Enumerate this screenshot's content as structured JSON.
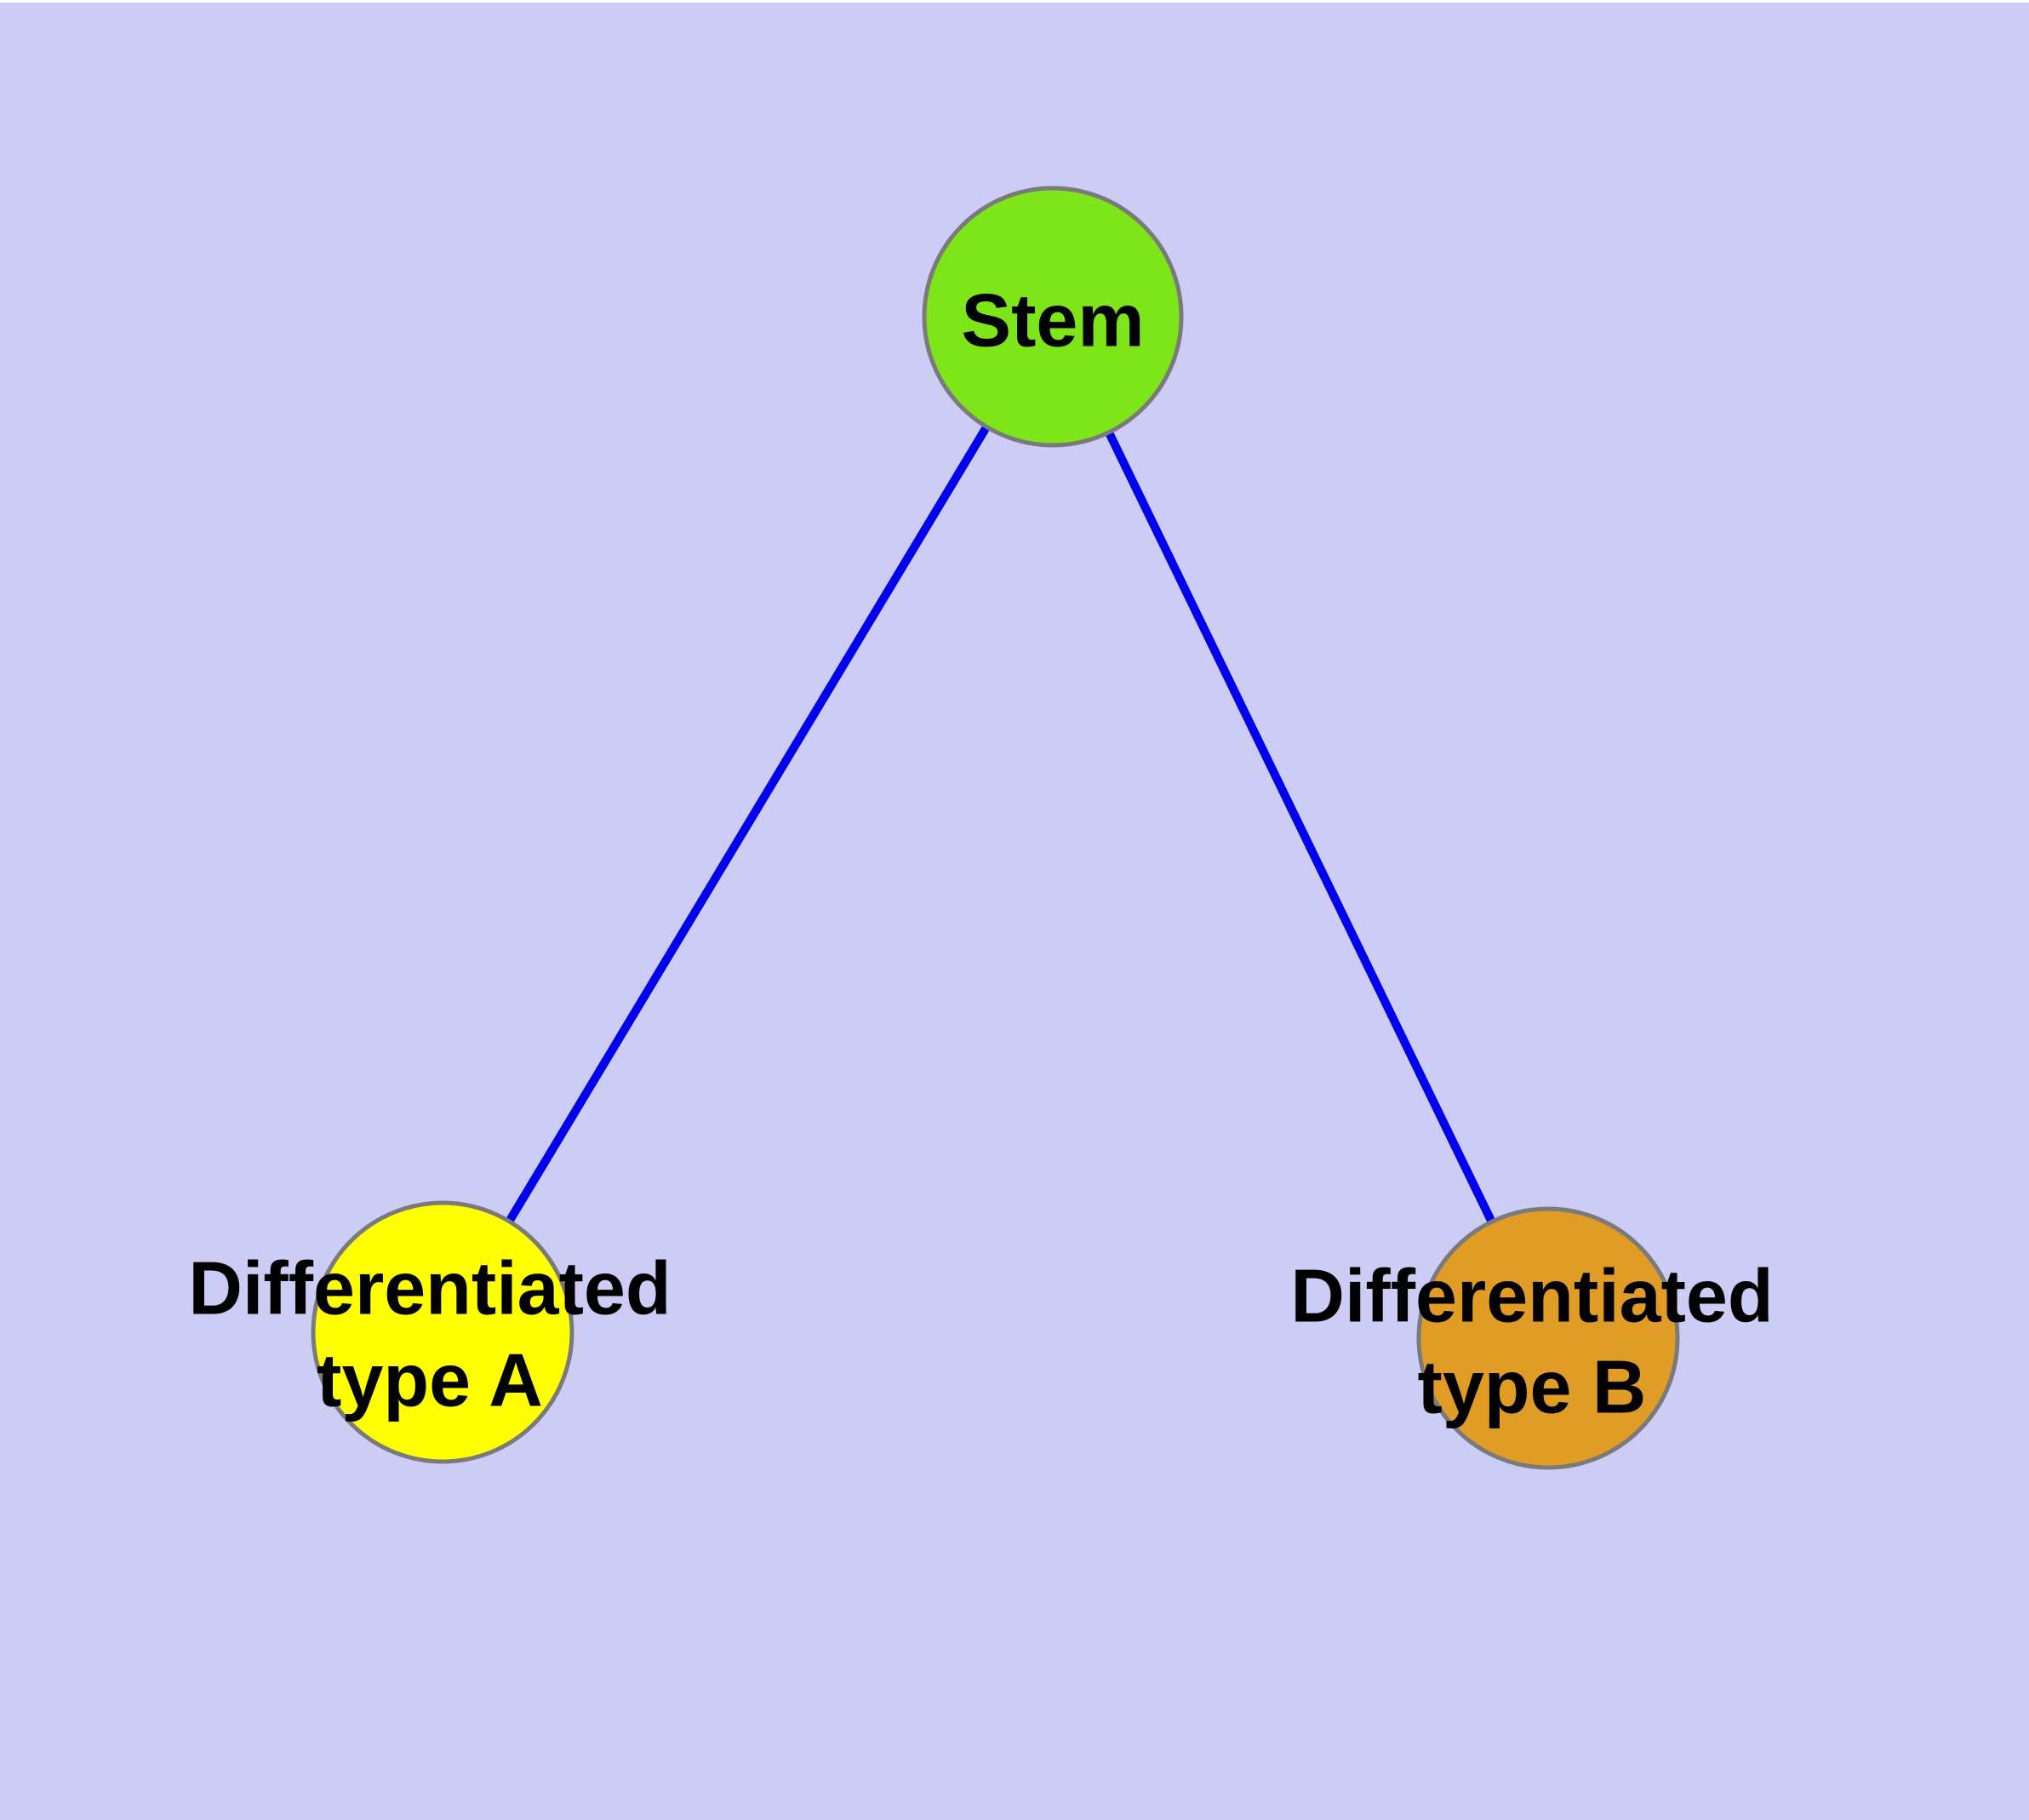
{
  "diagram": {
    "type": "graph",
    "description": "Cell differentiation hierarchy: a Stem node connected to two differentiated cell type nodes",
    "background_color": "#CCCCF4",
    "top_margin_color": "#FFFFFF",
    "edge_color": "#0000EE",
    "node_border_color": "#7A7A7A",
    "label_color": "#000000",
    "nodes": [
      {
        "id": "stem",
        "label": "Stem",
        "fill": "#7DE518"
      },
      {
        "id": "differentiated-type-a",
        "label": "Differentiated type A",
        "label_line1": "Differentiated",
        "label_line2": "type A",
        "fill": "#FFFF00"
      },
      {
        "id": "differentiated-type-b",
        "label": "Differentiated type B",
        "label_line1": "Differentiated",
        "label_line2": "type B",
        "fill": "#E09C24"
      }
    ],
    "edges": [
      {
        "from": "stem",
        "to": "differentiated-type-a"
      },
      {
        "from": "stem",
        "to": "differentiated-type-b"
      }
    ]
  }
}
